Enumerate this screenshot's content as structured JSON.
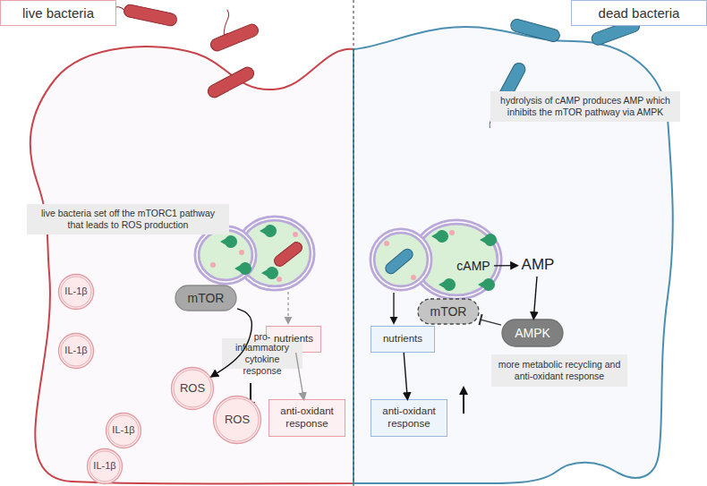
{
  "diagram": {
    "nodes": [
      {
        "text": [
          "live bacteria"
        ]
      },
      {
        "text": [
          "dead bacteria"
        ]
      },
      {
        "text": [
          "hydrolysis of cAMP produces AMP which inhibits the mTOR pathway via AMPK"
        ]
      },
      {
        "text": [
          "live bacteria set off the mTORC1 pathway that leads to ROS production"
        ]
      },
      {
        "text": [
          "cAMP"
        ]
      },
      {
        "text": [
          "AMP"
        ]
      },
      {
        "text": [
          "mTOR"
        ]
      },
      {
        "text": [
          "mTOR"
        ]
      },
      {
        "text": [
          "AMPK"
        ]
      },
      {
        "text": [
          "IL-1β"
        ]
      },
      {
        "text": [
          "nutrients"
        ]
      },
      {
        "text": [
          "nutrients"
        ]
      },
      {
        "text": [
          "IL-1β"
        ]
      },
      {
        "text": [
          "pro-inflammatory cytokine response"
        ]
      },
      {
        "text": [
          "more metabolic recycling and anti-oxidant response"
        ]
      },
      {
        "text": [
          "ROS"
        ]
      },
      {
        "text": [
          "IL-1β"
        ]
      },
      {
        "text": [
          "anti-oxidant response"
        ]
      },
      {
        "text": [
          "anti-oxidant response"
        ]
      },
      {
        "text": [
          "ROS"
        ]
      },
      {
        "text": [
          "IL-1β"
        ]
      }
    ],
    "edges": [
      {
        "from": 6,
        "to": 15,
        "arrow": "to"
      },
      {
        "from": 10,
        "to": 17,
        "arrow": "to"
      },
      {
        "from": 11,
        "to": 18,
        "arrow": "to"
      },
      {
        "from": 4,
        "to": 5,
        "arrow": "to"
      },
      {
        "from": 5,
        "to": 8,
        "arrow": "to"
      },
      {
        "from": 8,
        "to": 7,
        "arrow": "to"
      }
    ]
  }
}
